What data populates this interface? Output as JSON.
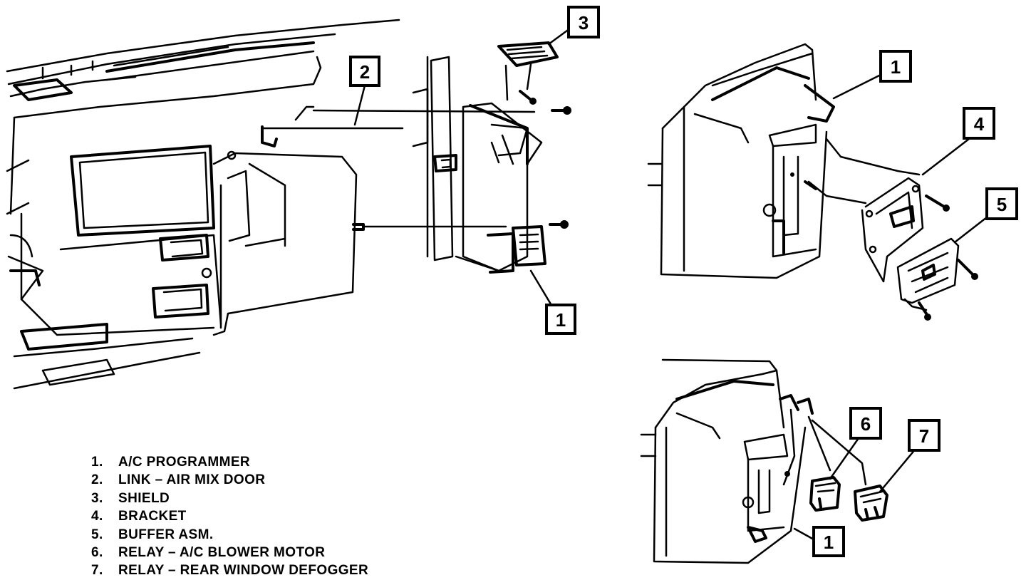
{
  "callouts": {
    "main_3": "3",
    "main_2": "2",
    "main_1": "1",
    "right_1": "1",
    "right_4": "4",
    "right_5": "5",
    "lower_6": "6",
    "lower_7": "7",
    "lower_1": "1"
  },
  "legend": [
    {
      "number": "1.",
      "text": "A/C PROGRAMMER"
    },
    {
      "number": "2.",
      "text": "LINK – AIR MIX DOOR"
    },
    {
      "number": "3.",
      "text": "SHIELD"
    },
    {
      "number": "4.",
      "text": "BRACKET"
    },
    {
      "number": "5.",
      "text": "BUFFER ASM."
    },
    {
      "number": "6.",
      "text": "RELAY – A/C BLOWER MOTOR"
    },
    {
      "number": "7.",
      "text": "RELAY – REAR WINDOW DEFOGGER"
    }
  ],
  "colors": {
    "ink": "#000000",
    "paper": "#ffffff"
  }
}
